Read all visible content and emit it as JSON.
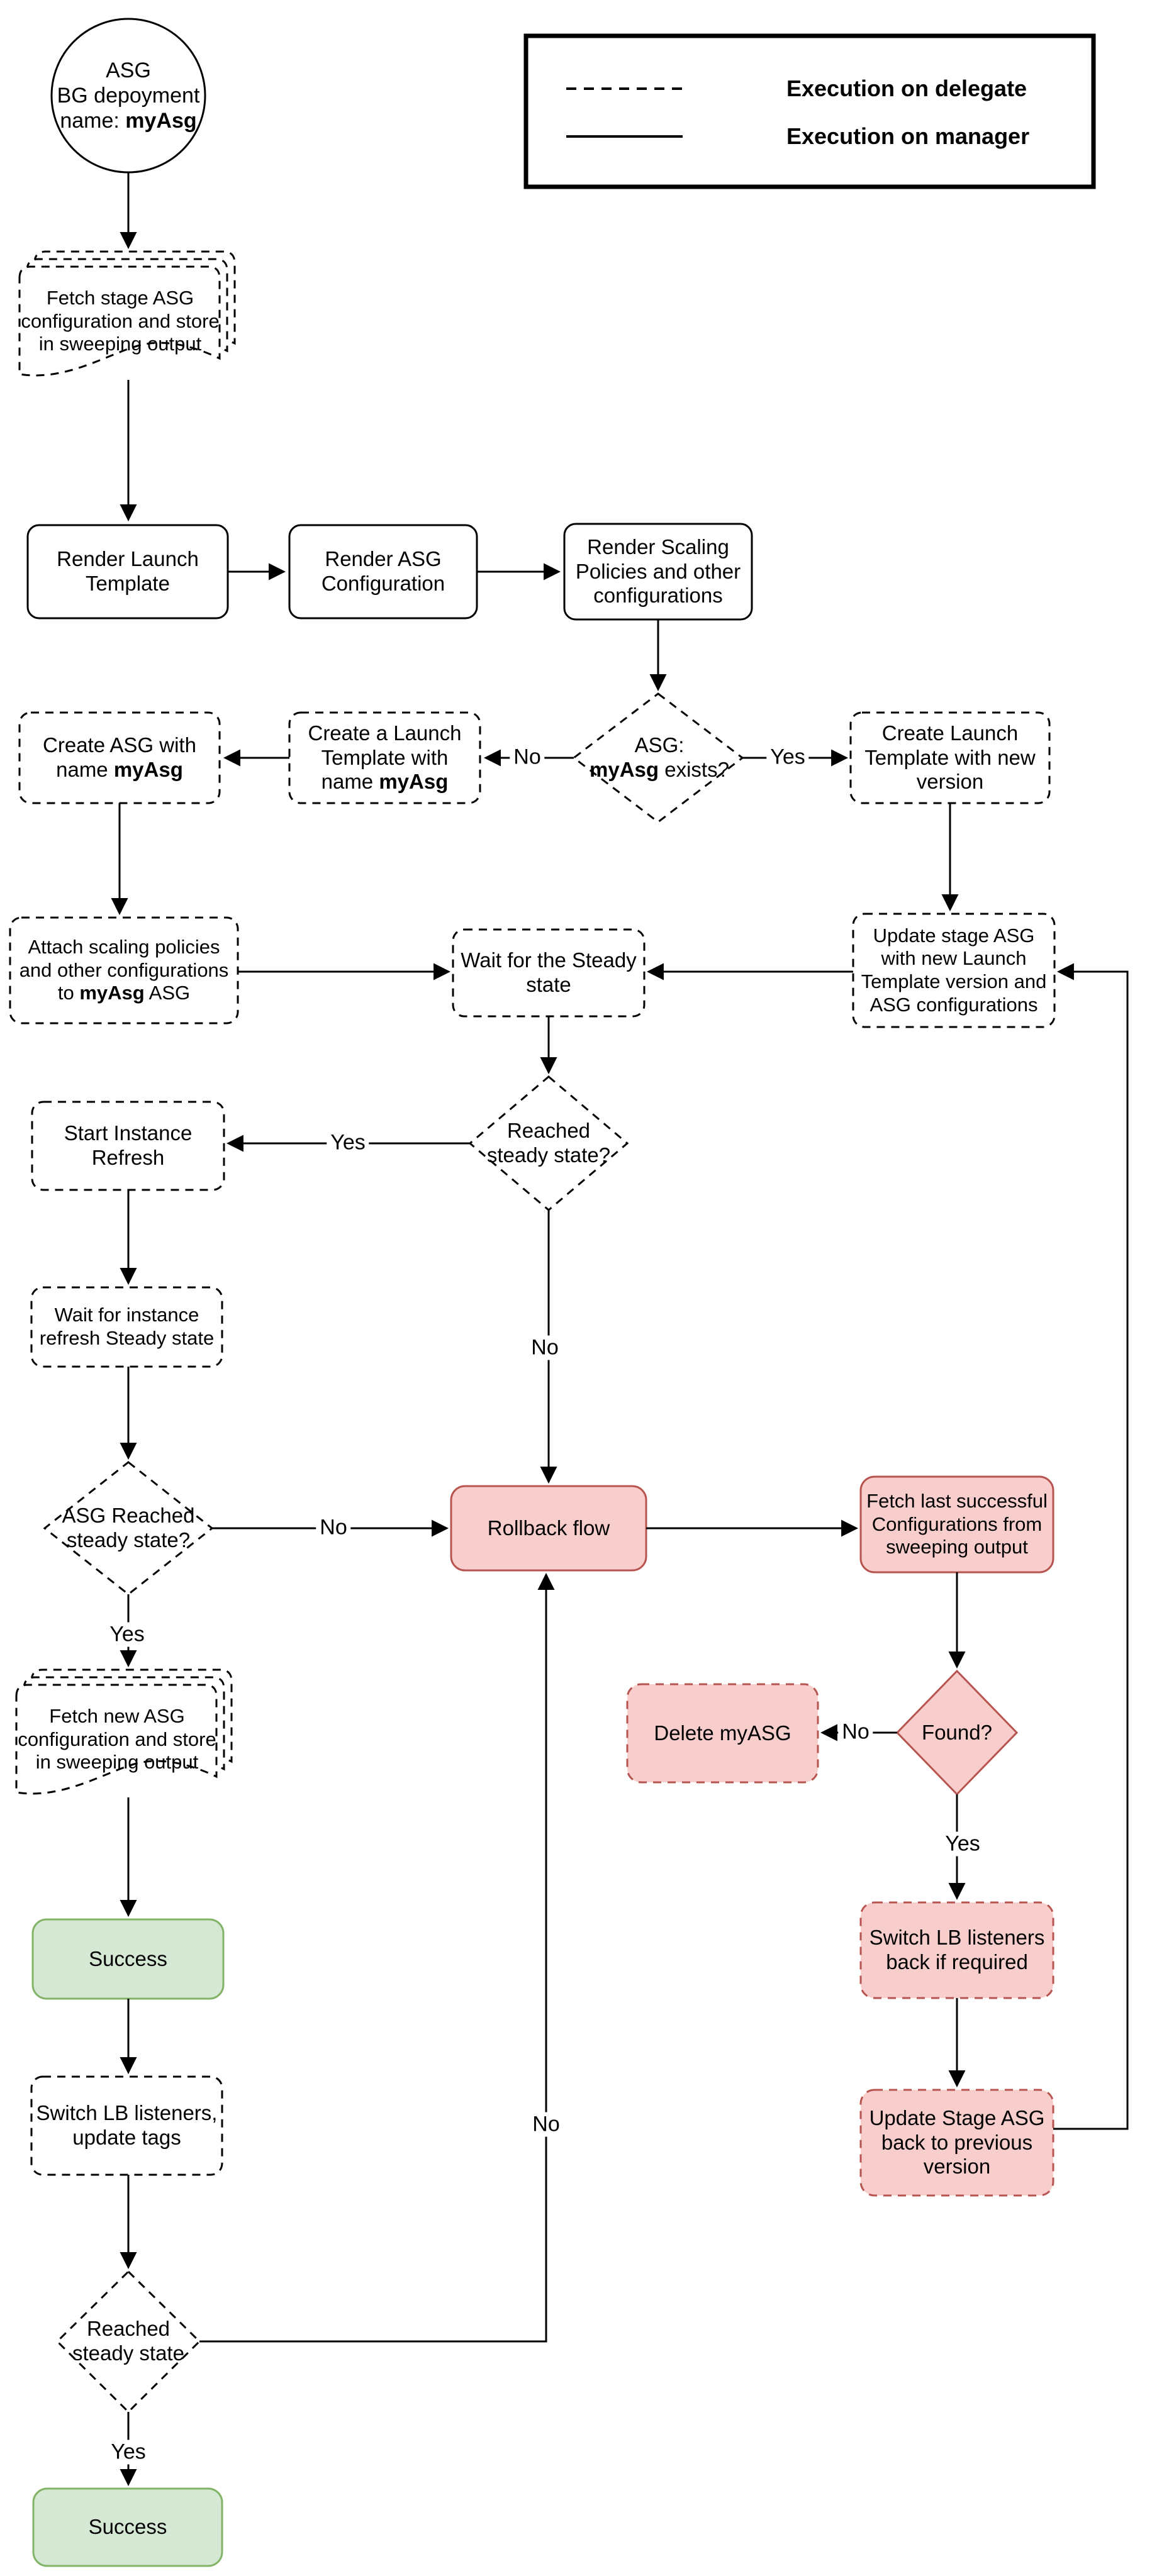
{
  "colors": {
    "red_fill": "#f8cecc",
    "red_border": "#b85450",
    "green_fill": "#d5e8d4",
    "green_border": "#82b366",
    "line": "#000000"
  },
  "legend": {
    "delegate_label": "Execution on delegate",
    "manager_label": "Execution on manager"
  },
  "nodes": {
    "start_circle": {
      "line1": "ASG",
      "line2": "BG depoyment",
      "line3_pre": "name: ",
      "line3_bold": "myAsg"
    },
    "fetch_stage_doc": {
      "line1": "Fetch stage ASG",
      "line2": "configuration and store",
      "line3": "in sweeping output"
    },
    "render_launch_template": {
      "line1": "Render Launch",
      "line2": "Template"
    },
    "render_asg_configuration": {
      "line1": "Render ASG",
      "line2": "Configuration"
    },
    "render_scaling_policies": {
      "line1": "Render Scaling",
      "line2": "Policies and other",
      "line3": "configurations"
    },
    "asg_exists": {
      "line1": "ASG:",
      "line2_bold": "myAsg",
      "line2_suf": " exists?"
    },
    "create_launch_template_named": {
      "line1": "Create a Launch",
      "line2": "Template with",
      "line3_pre": "name ",
      "line3_bold": "myAsg"
    },
    "create_asg": {
      "line1": "Create ASG with",
      "line2_pre": "name ",
      "line2_bold": "myAsg"
    },
    "create_launch_template_new": {
      "line1": "Create Launch",
      "line2": "Template with new",
      "line3": "version"
    },
    "attach_scaling": {
      "line1": "Attach scaling policies",
      "line2": "and other configurations",
      "line3_pre": "to ",
      "line3_bold": "myAsg",
      "line3_suf": " ASG"
    },
    "wait_steady": {
      "line1": "Wait for the Steady",
      "line2": "state"
    },
    "update_stage_asg": {
      "line1": "Update stage ASG",
      "line2": "with new Launch",
      "line3": "Template version and",
      "line4": "ASG configurations"
    },
    "reached_steady": {
      "line1": "Reached",
      "line2": "steady state?"
    },
    "start_instance_refresh": {
      "line1": "Start Instance",
      "line2": "Refresh"
    },
    "wait_instance_refresh": {
      "line1": "Wait for instance",
      "line2": "refresh Steady state"
    },
    "asg_reached_steady": {
      "line1": "ASG Reached",
      "line2": "steady state?"
    },
    "rollback_flow": {
      "label": "Rollback flow"
    },
    "fetch_last_successful": {
      "line1": "Fetch last successful",
      "line2": "Configurations from",
      "line3": "sweeping output"
    },
    "found": {
      "label": "Found?"
    },
    "delete_myasg": {
      "label": "Delete myASG"
    },
    "switch_lb_back": {
      "line1": "Switch LB listeners",
      "line2": "back if required"
    },
    "update_stage_back": {
      "line1": "Update Stage ASG",
      "line2": "back to previous",
      "line3": "version"
    },
    "fetch_new_doc": {
      "line1": "Fetch new ASG",
      "line2": "configuration and store",
      "line3": "in sweeping output"
    },
    "success_top": {
      "label": "Success"
    },
    "switch_lb_listeners": {
      "line1": "Switch LB listeners,",
      "line2": "update tags"
    },
    "reached_steady_final": {
      "line1": "Reached",
      "line2": "steady state"
    },
    "success_bottom": {
      "label": "Success"
    }
  },
  "edge_labels": {
    "exists_no": "No",
    "exists_yes": "Yes",
    "steady_yes": "Yes",
    "steady_no": "No",
    "asg_steady_no": "No",
    "asg_steady_yes": "Yes",
    "found_no": "No",
    "found_yes": "Yes",
    "final_yes": "Yes",
    "final_no": "No"
  }
}
